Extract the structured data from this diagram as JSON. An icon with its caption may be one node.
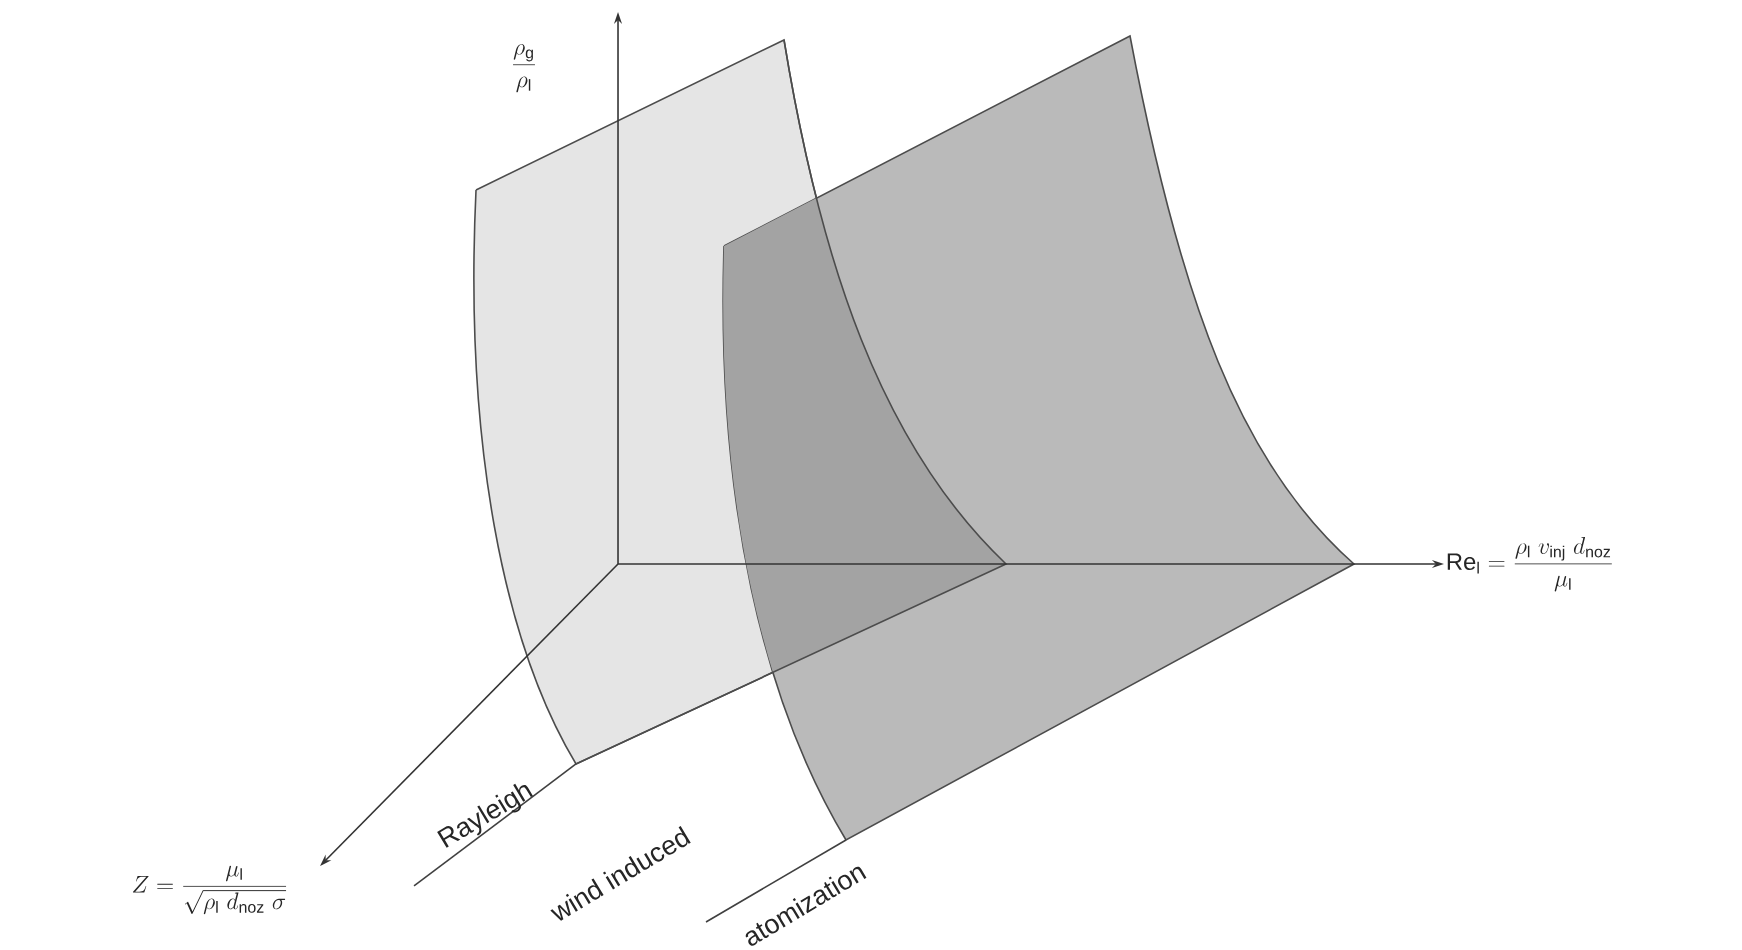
{
  "diagram": {
    "labels": [
      "\\frac{\\rho_{\\mathrm{g}}}{\\rho_{\\mathrm{l}}}",
      "\\mathrm{Re}_{\\mathrm{l}} = \\frac{\\rho_{\\mathrm{l}}\\; v_{\\mathrm{inj}}\\; d_{\\mathrm{noz}}}{\\mu_{\\mathrm{l}}}",
      "Z = \\frac{\\mu_{\\mathrm{l}}}{\\sqrt{\\rho_{\\mathrm{l}}\\; d_{\\mathrm{noz}}\\; \\sigma}}",
      "Rayleigh",
      "wind induced",
      "atomization"
    ]
  }
}
